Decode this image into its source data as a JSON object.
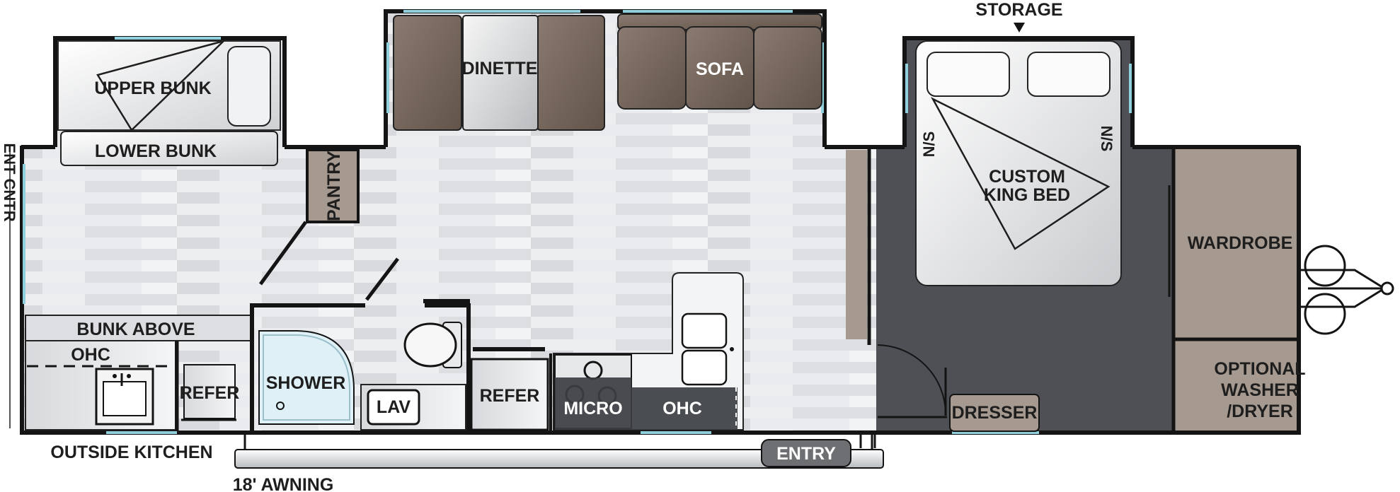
{
  "floorplan": {
    "labels": {
      "storage": "STORAGE",
      "upper_bunk": "UPPER BUNK",
      "lower_bunk": "LOWER BUNK",
      "dinette": "DINETTE",
      "sofa": "SOFA",
      "pantry": "PANTRY",
      "custom_king_bed_line1": "CUSTOM",
      "custom_king_bed_line2": "KING BED",
      "ns_left": "N/S",
      "ns_right": "N/S",
      "wardrobe": "WARDROBE",
      "optional_washer_line1": "OPTIONAL",
      "optional_washer_line2": "WASHER",
      "optional_washer_line3": "/DRYER",
      "bunk_above": "BUNK ABOVE",
      "ohc_left": "OHC",
      "refer_outside": "REFER",
      "shower": "SHOWER",
      "lav": "LAV",
      "refer_kitchen": "REFER",
      "micro": "MICRO",
      "ohc_kitchen": "OHC",
      "dresser": "DRESSER",
      "entry": "ENTRY",
      "outside_kitchen": "OUTSIDE KITCHEN",
      "awning": "18' AWNING",
      "ent_cntr": "ENT CNTR"
    },
    "colors": {
      "wall": "#141414",
      "floor": "#e4e6e8",
      "bedroom_floor": "#4e5055",
      "cushion": "#7a6a62",
      "wood": "#a59990",
      "window": "#8fd0dc",
      "shower_glass": "#dff1f7",
      "white": "#ffffff"
    }
  }
}
